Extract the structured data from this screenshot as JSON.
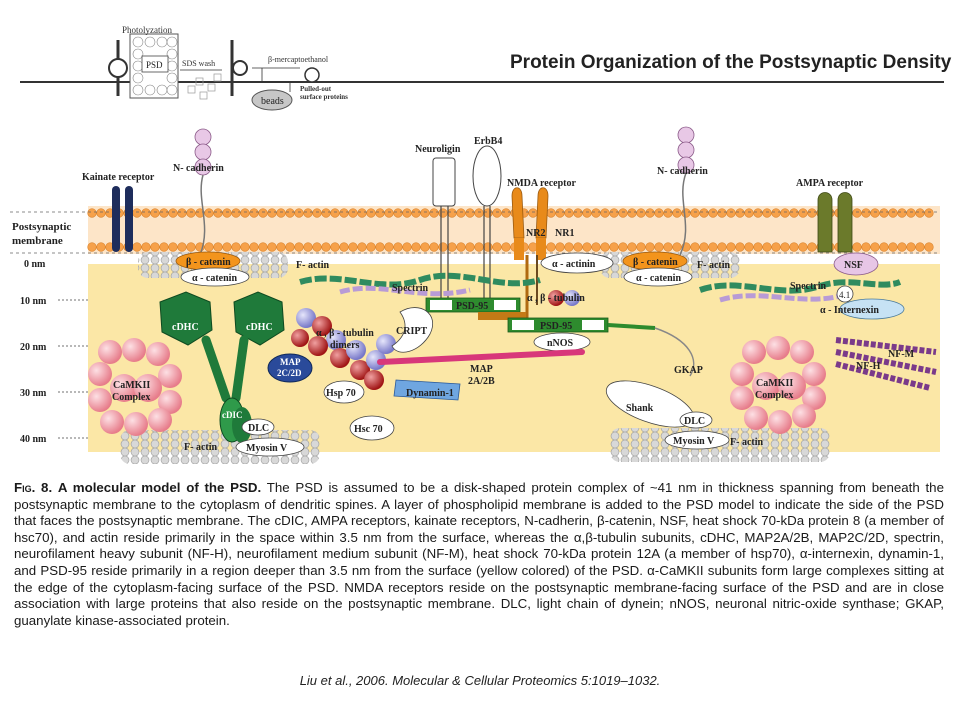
{
  "title": "Protein Organization of the Postsynaptic Density",
  "inset": {
    "photolyzation": "Photolyzation",
    "psd": "PSD",
    "sds_wash": "SDS wash",
    "beta_me": "β-mercaptoethanol",
    "beads": "beads",
    "pulled_out_1": "Pulled-out",
    "pulled_out_2": "surface proteins"
  },
  "diagram": {
    "membrane_label_1": "Postsynaptic",
    "membrane_label_2": "membrane",
    "depth_labels": [
      "0 nm",
      "10 nm",
      "20 nm",
      "30 nm",
      "40 nm"
    ],
    "proteins": {
      "kainate": "Kainate receptor",
      "ncad_left": "N- cadherin",
      "ncad_right": "N- cadherin",
      "neuroligin": "Neuroligin",
      "erbb4": "ErbB4",
      "nmda": "NMDA receptor",
      "nr2": "NR2",
      "nr1": "NR1",
      "ampa": "AMPA receptor",
      "beta_catenin_l": "β - catenin",
      "alpha_catenin_l": "α - catenin",
      "factin_top_l": "F- actin",
      "spectrin_l": "Spectrin",
      "psd95_a": "PSD-95",
      "ab_tubulin_r": "α , β - tubulin",
      "alpha_actinin": "α - actinin",
      "beta_catenin_r": "β - catenin",
      "alpha_catenin_r": "α - catenin",
      "factin_top_r": "F- actin",
      "nsf": "NSF",
      "spectrin_r": "Spectrin",
      "p41": "4.1",
      "internexin": "α - Internexin",
      "cdhc_l": "cDHC",
      "cdhc_r": "cDHC",
      "ab_tubulin_dimers_1": "α , β - tubulin",
      "ab_tubulin_dimers_2": "dimers",
      "cript": "CRIPT",
      "psd95_b": "PSD-95",
      "nnos": "nNOS",
      "map2cd_1": "MAP",
      "map2cd_2": "2C/2D",
      "map2ab_1": "MAP",
      "map2ab_2": "2A/2B",
      "gkap": "GKAP",
      "nfm": "NF-M",
      "nfh": "NF-H",
      "camk_l_1": "CaMKII",
      "camk_l_2": "Complex",
      "camk_r_1": "CaMKII",
      "camk_r_2": "Complex",
      "hsp70": "Hsp 70",
      "dynamin": "Dynamin-1",
      "hsc70": "Hsc 70",
      "shank": "Shank",
      "dlc_l": "DLC",
      "dlc_r": "DLC",
      "cdic": "cDIC",
      "myosin_l": "Myosin V",
      "myosin_r": "Myosin V",
      "factin_bot_l": "F- actin",
      "factin_bot_r": "F- actin"
    }
  },
  "caption": {
    "fig": "Fig. 8.",
    "heading": "A molecular model of the PSD.",
    "body": "The PSD is assumed to be a disk-shaped protein complex of ~41 nm in thickness spanning from beneath the postsynaptic membrane to the cytoplasm of dendritic spines. A layer of phospholipid membrane is added to the PSD model to indicate the side of the PSD that faces the postsynaptic membrane. The cDIC, AMPA receptors, kainate receptors, N-cadherin, β-catenin, NSF, heat shock 70-kDa protein 8 (a member of hsc70), and actin reside primarily in the space within 3.5 nm from the surface, whereas the α,β-tubulin subunits, cDHC, MAP2A/2B, MAP2C/2D, spectrin, neurofilament heavy subunit (NF-H), neurofilament medium subunit (NF-M), heat shock 70-kDa protein 12A (a member of hsp70), α-internexin, dynamin-1, and PSD-95 reside primarily in a region deeper than 3.5 nm from the surface (yellow colored) of the PSD. α-CaMKII subunits form large complexes sitting at the edge of the cytoplasm-facing surface of the PSD. NMDA receptors reside on the postsynaptic membrane-facing surface of the PSD and are in close association with large proteins that also reside on the postsynaptic membrane. DLC, light chain of dynein; nNOS, neuronal nitric-oxide synthase; GKAP, guanylate kinase-associated protein."
  },
  "citation": "Liu et al., 2006.  Molecular & Cellular Proteomics 5:1019–1032.",
  "colors": {
    "psd_yellow": "#fbe7a6",
    "membrane_orange": "#f6a14a",
    "cdhc_green": "#1f7a3a",
    "camk_pink": "#f4a3ad",
    "psd95_green": "#2e8b2e",
    "map_magenta": "#d8377a",
    "kainate_navy": "#1e2d5c",
    "ampa_olive": "#6b7a2b"
  }
}
